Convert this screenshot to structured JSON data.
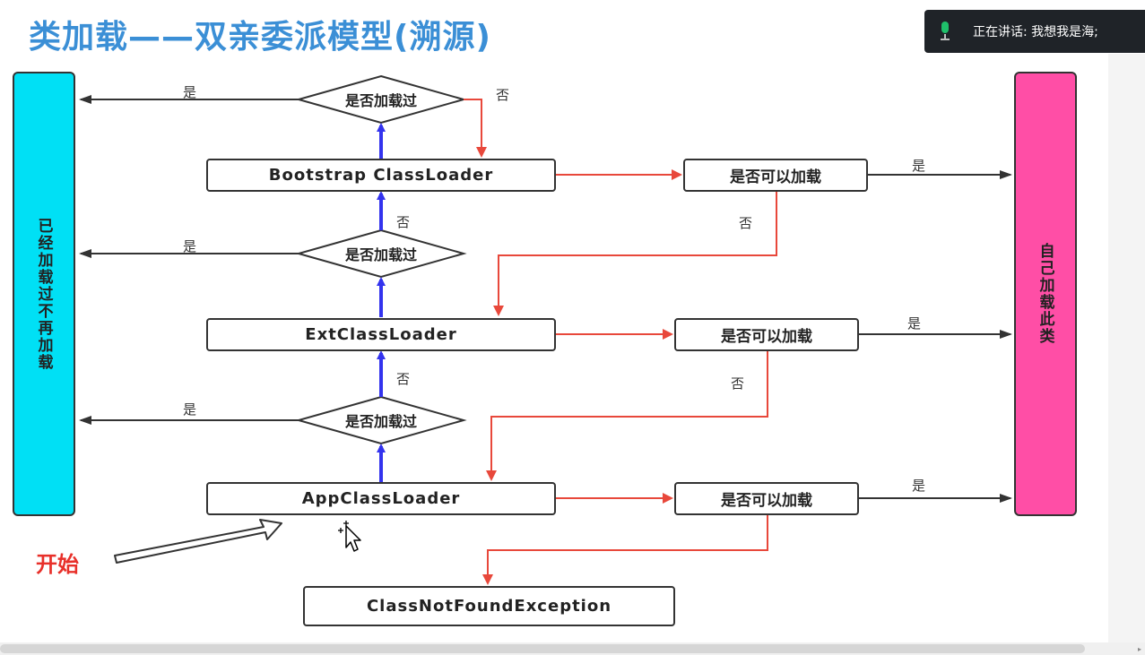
{
  "slide": {
    "title": "类加载——双亲委派模型(溯源)"
  },
  "speaking": {
    "text": "正在讲话: 我想我是海;"
  },
  "diagram": {
    "left_bar": "已经加载过不再加载",
    "right_bar": "自己加载此类",
    "loaders": {
      "bootstrap": "Bootstrap ClassLoader",
      "ext": "ExtClassLoader",
      "app": "AppClassLoader"
    },
    "exception": "ClassNotFoundException",
    "loaded_check": "是否加载过",
    "can_load_check": "是否可以加载",
    "yes": "是",
    "no": "否",
    "start": "开始"
  },
  "colors": {
    "title": "#3b8fd6",
    "left_bar": "#00e0f5",
    "right_bar": "#ff4ea6",
    "up_arrow": "#3333ee",
    "no_arrow": "#e8483b",
    "yes_arrow": "#333333",
    "start": "#e8302a"
  }
}
